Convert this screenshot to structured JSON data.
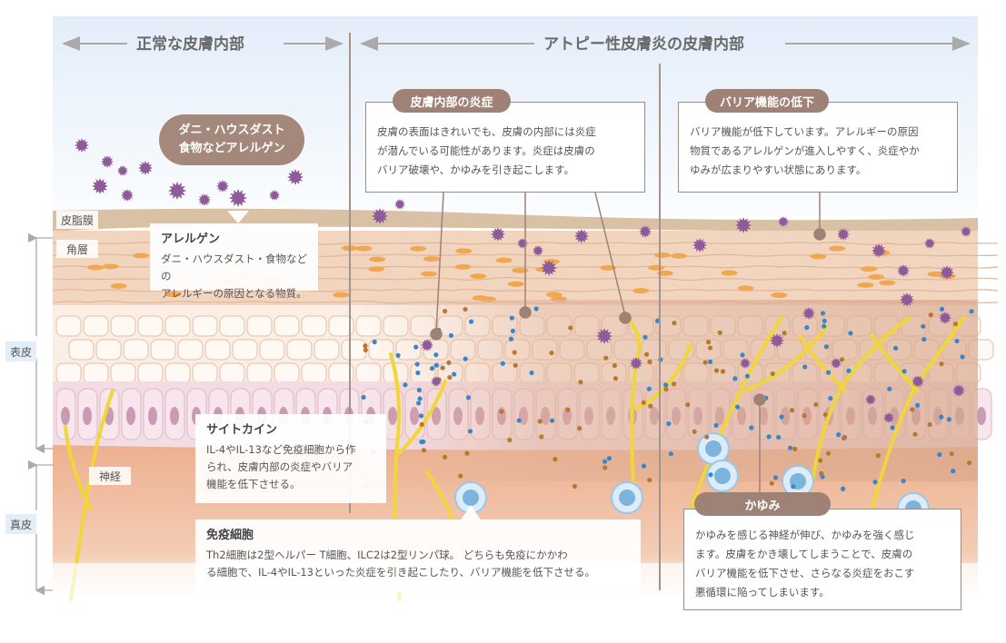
{
  "headers": {
    "normal": "正常な皮膚内部",
    "atopic": "アトピー性皮膚炎の皮膚内部"
  },
  "layers": {
    "sebum": "皮脂膜",
    "stratum_corneum": "角層",
    "nerve": "神経",
    "epidermis": "表皮",
    "dermis": "真皮"
  },
  "allergen_bubble": {
    "line1": "ダニ・ハウスダスト",
    "line2": "食物などアレルゲン"
  },
  "allergen_info": {
    "title": "アレルゲン",
    "line1": "ダニ・ハウスダスト・食物などの",
    "line2": "アレルギーの原因となる物質。"
  },
  "cytokine_info": {
    "title": "サイトカイン",
    "line1": "IL-4やIL-13など免疫細胞から作",
    "line2": "られ、皮膚内部の炎症やバリア",
    "line3": "機能を低下させる。"
  },
  "immune_info": {
    "title": "免疫細胞",
    "line1": "Th2細胞は2型ヘルパー T細胞、ILC2は2型リンパ球。 どちらも免疫にかかわ",
    "line2": "る細胞で、IL-4やIL-13といった炎症を引き起こしたり、バリア機能を低下させる。"
  },
  "inflammation_callout": {
    "title": "皮膚内部の炎症",
    "line1": "皮膚の表面はきれいでも、皮膚の内部には炎症",
    "line2": "が潜んでいる可能性があります。炎症は皮膚の",
    "line3": "バリア破壊や、かゆみを引き起こします。"
  },
  "barrier_callout": {
    "title": "バリア機能の低下",
    "line1": "バリア機能が低下しています。アレルギーの原因",
    "line2": "物質であるアレルゲンが進入しやすく、炎症やか",
    "line3": "ゆみが広まりやすい状態にあります。"
  },
  "itch_callout": {
    "title": "かゆみ",
    "line1": "かゆみを感じる神経が伸び、かゆみを強く感じ",
    "line2": "ます。皮膚をかき壊してしまうことで、皮膚の",
    "line3": "バリア機能を低下させ、さらなる炎症をおこす",
    "line4": "悪循環に陥ってしまいます。"
  },
  "colors": {
    "sky": "#e7f0fa",
    "sebum": "#d9c1a5",
    "corneum": "#f2d5bf",
    "granular": "#fbeee4",
    "basal": "#f1dbe3",
    "dermis": "#eeb494",
    "nerve": "#f1d63a",
    "allergen": "#8e5a9a",
    "immune_cell": "#7cb4dd",
    "callout_border": "#9a8c84",
    "pill": "#9e8276"
  }
}
